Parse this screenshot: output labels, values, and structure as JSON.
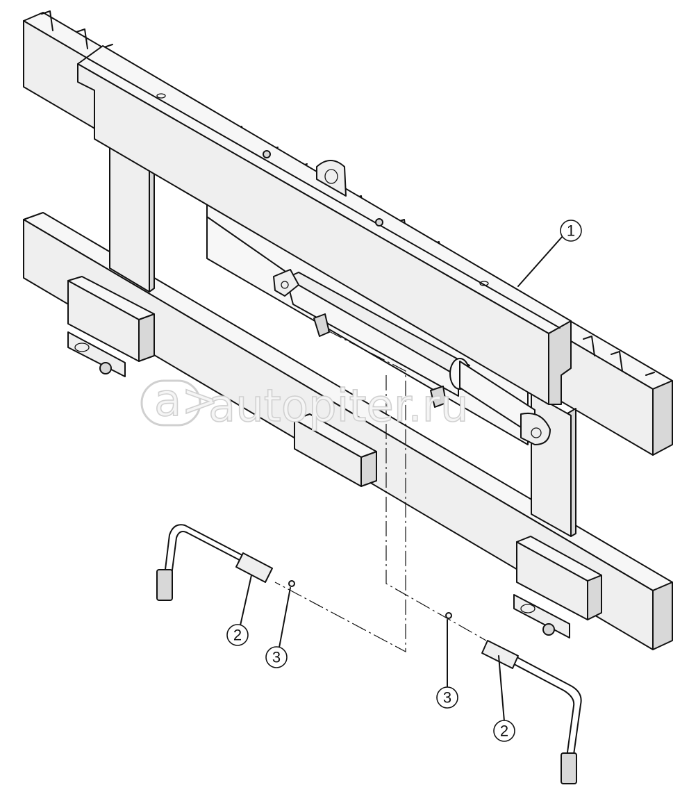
{
  "callouts": {
    "c1": "1",
    "c2a": "2",
    "c3a": "3",
    "c3b": "3",
    "c2b": "2"
  },
  "watermark": {
    "text": "autopiter.ru",
    "badge": "a>"
  },
  "colors": {
    "line": "#111111",
    "fill": "#efefef",
    "watermark": "#d0d0d0"
  },
  "parts": [
    "side-shifter-carriage",
    "hydraulic-hose",
    "o-ring-seal"
  ]
}
